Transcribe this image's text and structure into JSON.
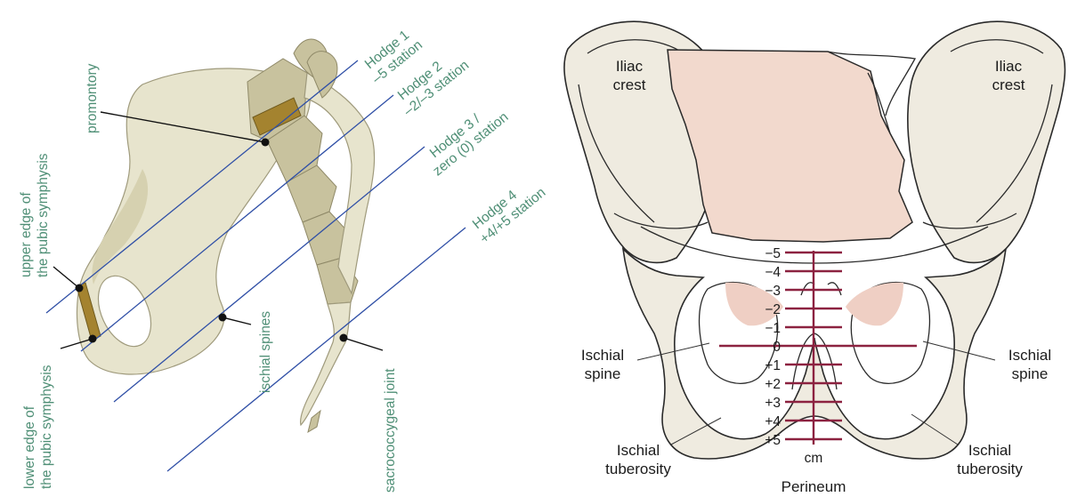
{
  "left_figure": {
    "hodge_labels": [
      {
        "line1": "Hodge 1",
        "line2": "–5 station"
      },
      {
        "line1": "Hodge 2",
        "line2": "–2/–3 station"
      },
      {
        "line1": "Hodge 3 /",
        "line2": "zero (0) station"
      },
      {
        "line1": "Hodge 4",
        "line2": "+4/+5 station"
      }
    ],
    "labels": {
      "promontory": "promontory",
      "upper_symphysis_1": "upper edge of",
      "upper_symphysis_2": "the pubic symphysis",
      "lower_symphysis_1": "lower edge of",
      "lower_symphysis_2": "the pubic symphysis",
      "ischial_spines": "ischial spines",
      "sacrococcygeal_joint": "sacrococcygeal joint"
    }
  },
  "right_figure": {
    "iliac_crest_left_1": "Iliac",
    "iliac_crest_left_2": "crest",
    "iliac_crest_right_1": "Iliac",
    "iliac_crest_right_2": "crest",
    "ischial_spine_left_1": "Ischial",
    "ischial_spine_left_2": "spine",
    "ischial_spine_right_1": "Ischial",
    "ischial_spine_right_2": "spine",
    "ischial_tuberosity_left_1": "Ischial",
    "ischial_tuberosity_left_2": "tuberosity",
    "ischial_tuberosity_right_1": "Ischial",
    "ischial_tuberosity_right_2": "tuberosity",
    "stations": [
      "−5",
      "−4",
      "−3",
      "−2",
      "−1",
      "0",
      "+1",
      "+2",
      "+3",
      "+4",
      "+5"
    ],
    "unit": "cm",
    "perineum": "Perineum"
  },
  "colors": {
    "hodge_lines": "#2f4fa6",
    "green_labels": "#4f8f76",
    "station_lines": "#8c2240",
    "pelvic_inlet": "#f2d9cd"
  }
}
